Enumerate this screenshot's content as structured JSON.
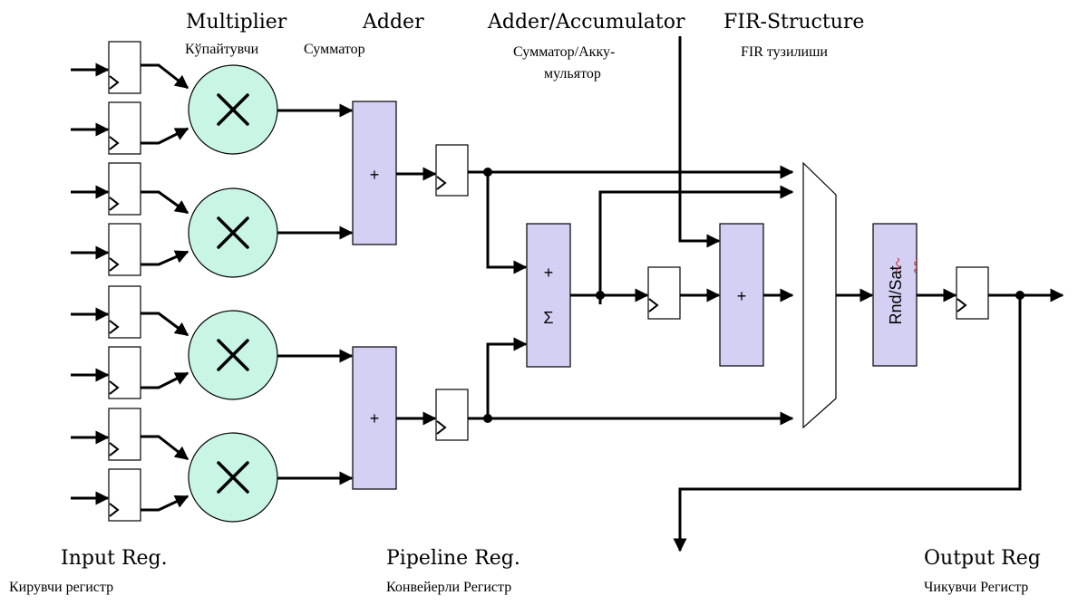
{
  "labels": {
    "multiplier": "Multiplier",
    "multiplier_ru": "Кўпайтувчи",
    "adder": "Adder",
    "adder_ru": "Сумматор",
    "accumulator": "Adder/Accumulator",
    "accumulator_ru_1": "Сумматор/Акку-",
    "accumulator_ru_2": "мульятор",
    "fir": "FIR-Structure",
    "fir_ru": "FIR тузилиши",
    "input_reg": "Input Reg.",
    "input_reg_ru": "Кирувчи регистр",
    "pipeline_reg": "Pipeline Reg.",
    "pipeline_reg_ru": "Конвейерли Регистр",
    "output_reg": "Output Reg",
    "output_reg_ru": "Чикувчи Регистр"
  },
  "blocks": {
    "adder_symbol": "+",
    "accumulator_plus": "+",
    "accumulator_sigma": "Σ",
    "adder2_symbol": "+",
    "rnd_sat": "Rnd/Sat"
  }
}
